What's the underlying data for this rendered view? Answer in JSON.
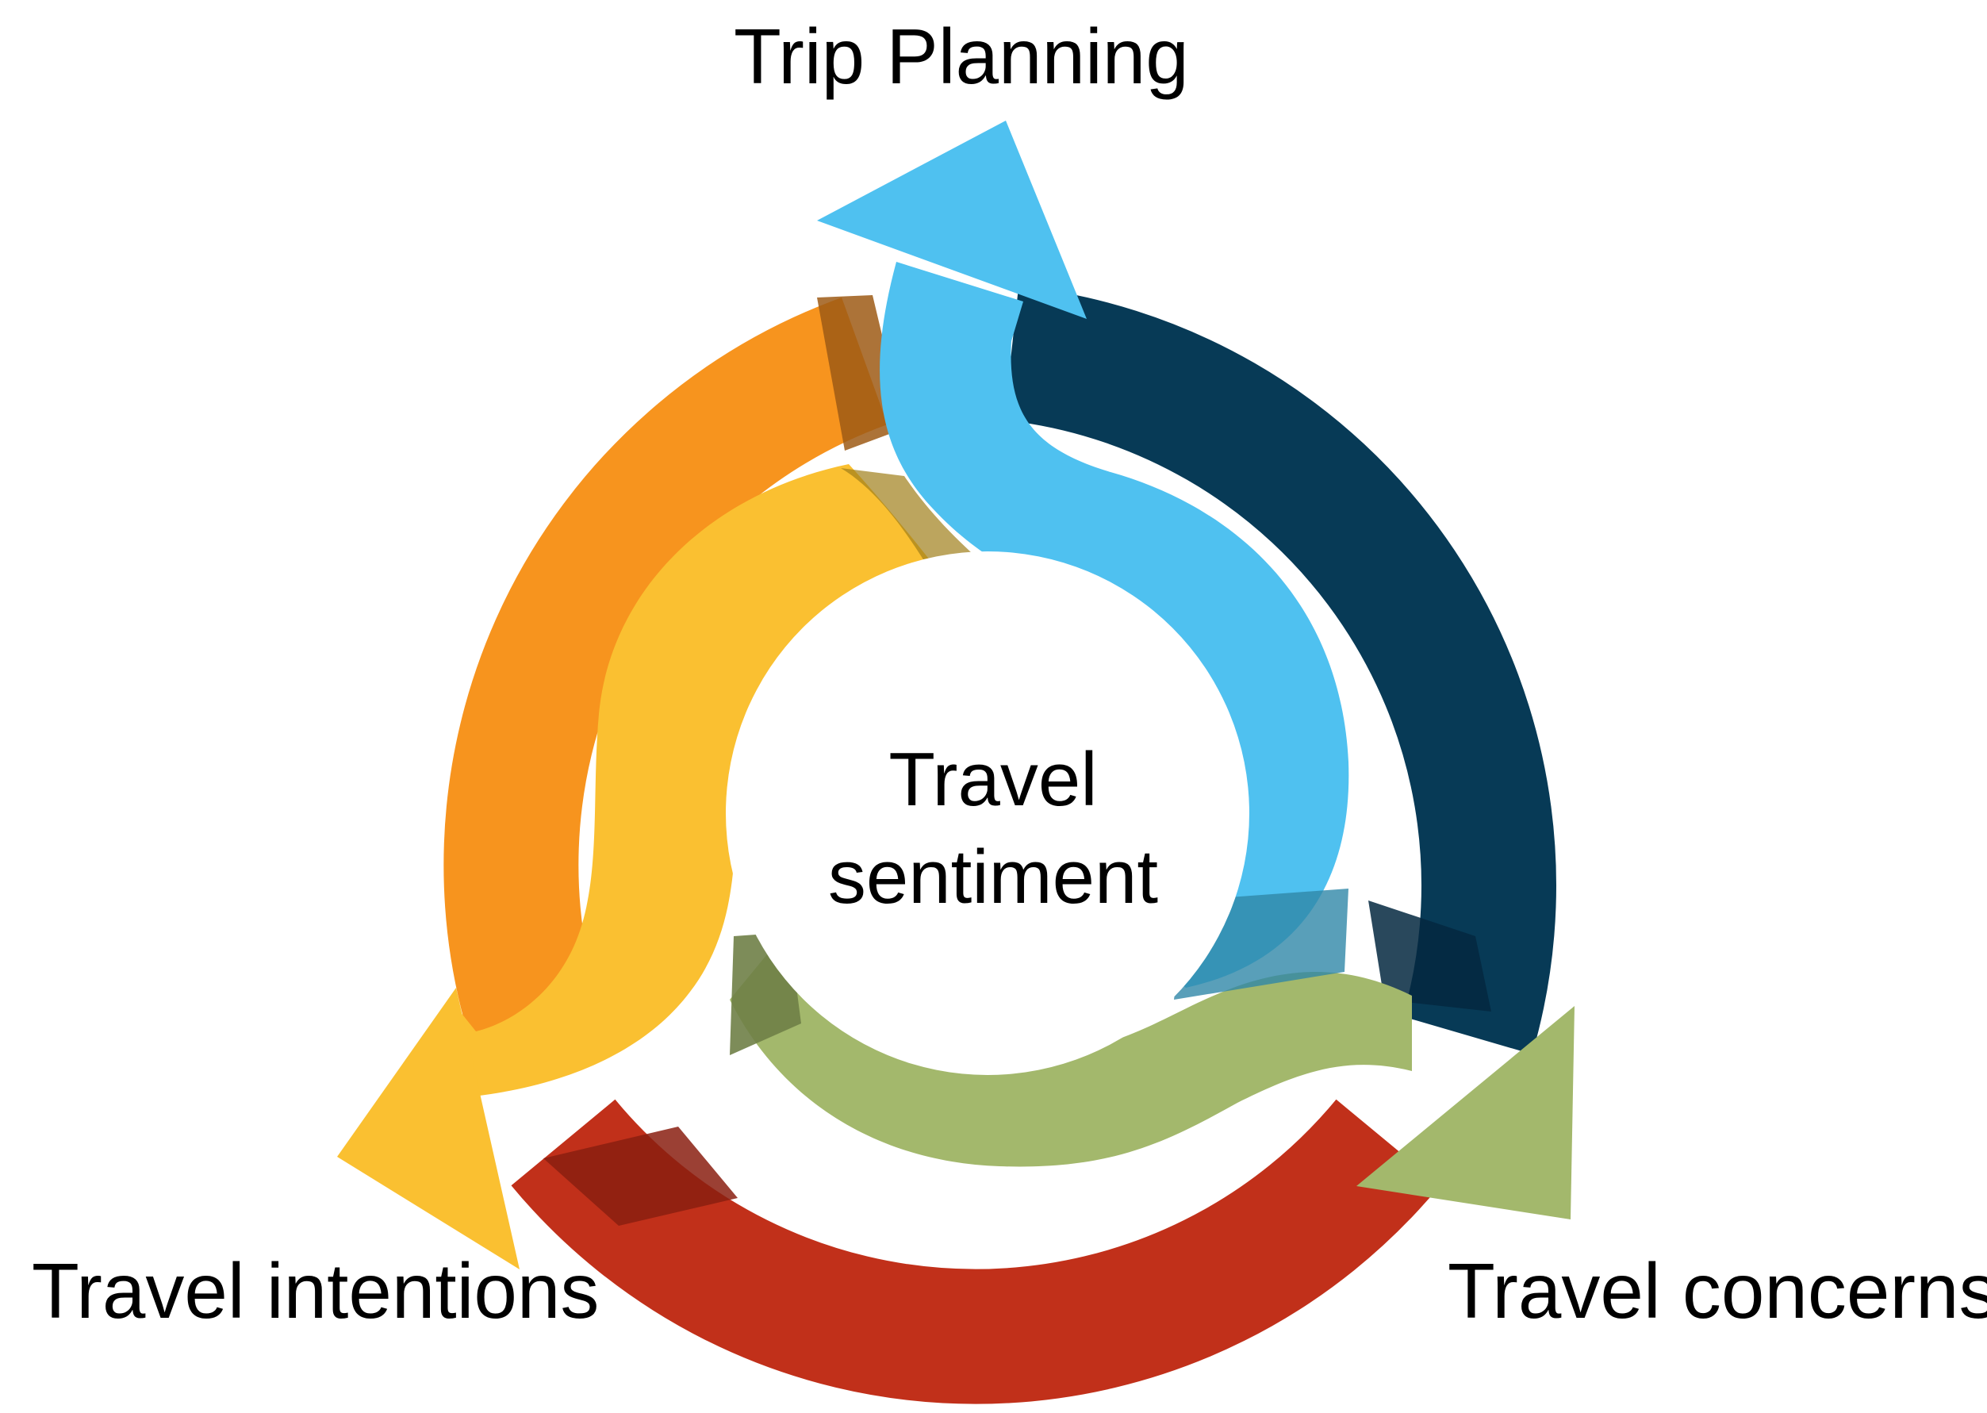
{
  "diagram": {
    "center": {
      "line1": "Travel",
      "line2": "sentiment"
    },
    "labels": {
      "top": "Trip Planning",
      "bottom_left": "Travel intentions",
      "bottom_right": "Travel concerns"
    },
    "colors": {
      "orange_ring": "#F7941E",
      "navy_ring": "#073A56",
      "red_ring": "#C1301A",
      "blue_arrow": "#4FC1F0",
      "yellow_arrow": "#FAC031",
      "green_arrow": "#A3B86C",
      "background": "#FFFFFF",
      "text": "#000000"
    }
  }
}
